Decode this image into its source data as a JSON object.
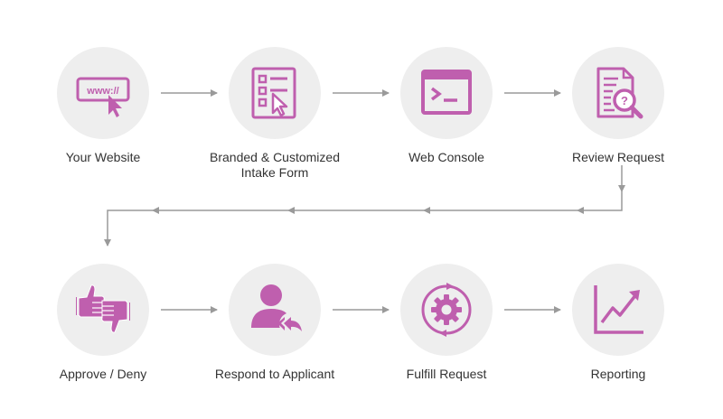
{
  "colors": {
    "accent": "#bf5fae",
    "circle_bg": "#eeeeee",
    "arrow": "#9a9a9a",
    "text": "#333333"
  },
  "steps": [
    {
      "label": "Your Website",
      "icon": "browser-url-icon",
      "url_text": "www://"
    },
    {
      "label": "Branded & Customized Intake Form",
      "icon": "form-checklist-icon"
    },
    {
      "label": "Web Console",
      "icon": "terminal-icon"
    },
    {
      "label": "Review Request",
      "icon": "document-search-icon"
    },
    {
      "label": "Approve / Deny",
      "icon": "thumbs-up-down-icon"
    },
    {
      "label": "Respond to Applicant",
      "icon": "user-reply-icon"
    },
    {
      "label": "Fulfill Request",
      "icon": "gear-cycle-icon"
    },
    {
      "label": "Reporting",
      "icon": "line-chart-icon"
    }
  ]
}
